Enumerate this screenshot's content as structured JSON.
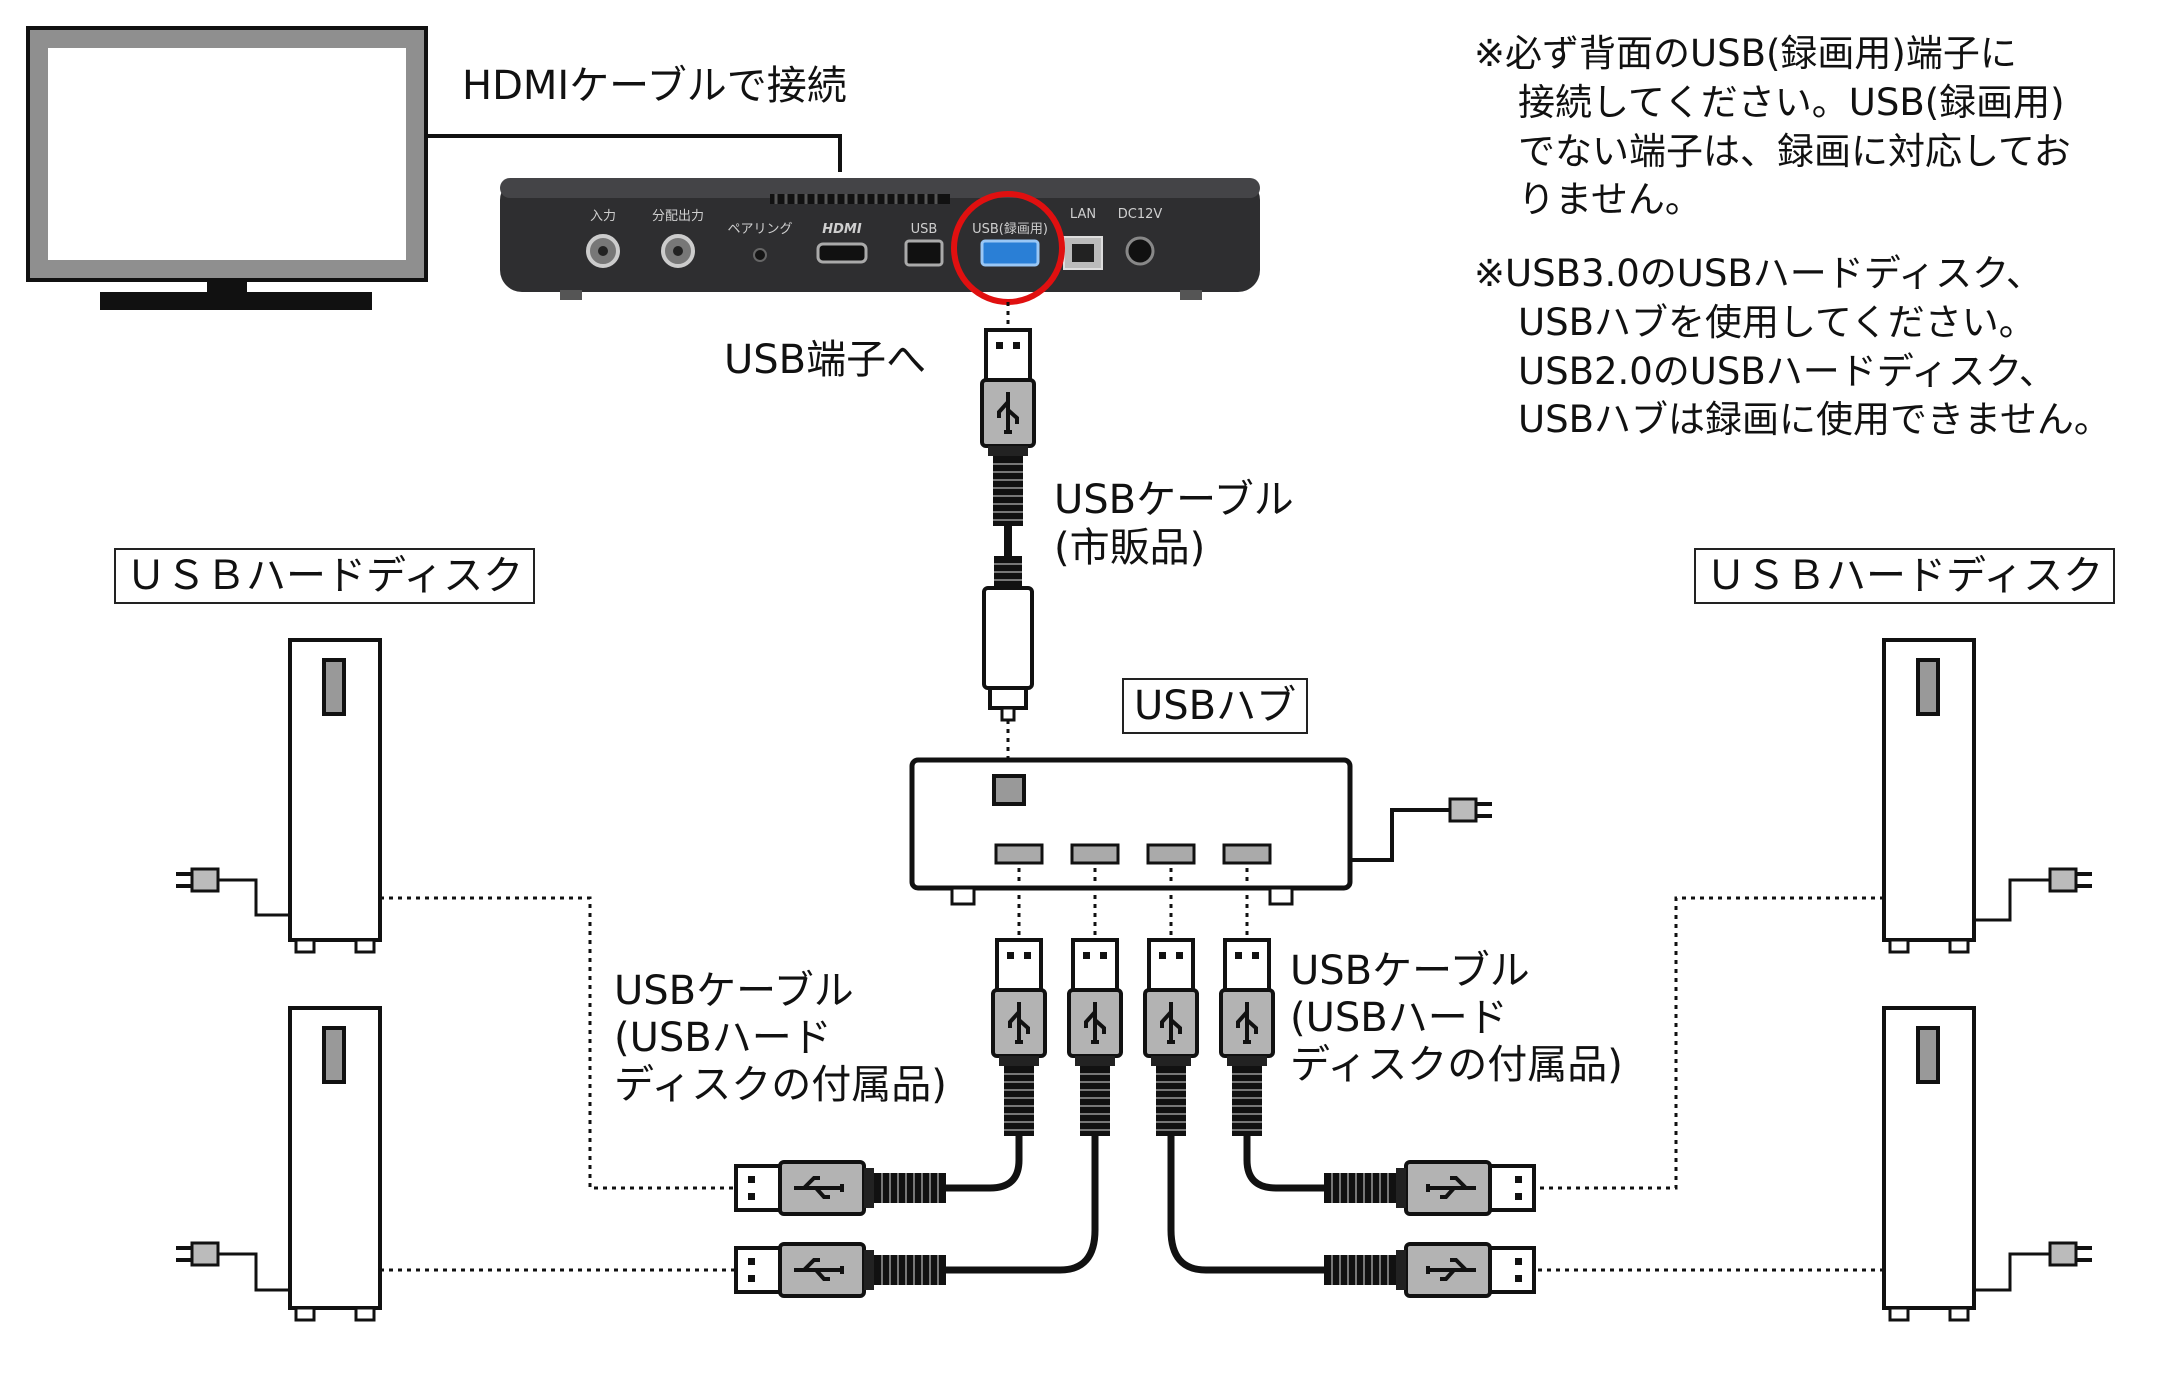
{
  "labels": {
    "hdmi_connect": "HDMIケーブルで接続",
    "usb_port_to": "USB端子へ",
    "usb_cable_retail_1": "USBケーブル",
    "usb_cable_retail_2": "(市販品)",
    "usb_hub": "USBハブ",
    "usb_hdd_left": "ＵＳＢハードディスク",
    "usb_hdd_right": "ＵＳＢハードディスク",
    "usb_cable_acc_left": [
      "USBケーブル",
      "(USBハード",
      "ディスクの付属品)"
    ],
    "usb_cable_acc_right": [
      "USBケーブル",
      "(USBハード",
      "ディスクの付属品)"
    ]
  },
  "notes": {
    "note1": [
      "※必ず背面のUSB(録画用)端子に",
      "接続してください。USB(録画用)",
      "でない端子は、録画に対応してお",
      "りません。"
    ],
    "note2": [
      "※USB3.0のUSBハードディスク、",
      "USBハブを使用してください。",
      "USB2.0のUSBハードディスク、",
      "USBハブは録画に使用できません。"
    ]
  },
  "device_ports": {
    "input": "入力",
    "split_output": "分配出力",
    "pairing": "ペアリング",
    "hdmi": "HDMI",
    "usb": "USB",
    "usb_rec": "USB(録画用)",
    "lan": "LAN",
    "dc": "DC12V"
  },
  "colors": {
    "highlight_circle": "#e01010",
    "device_body": "#2e2e30",
    "usb3_port": "#2a7fd6",
    "plug_gray": "#aaaaaa"
  }
}
